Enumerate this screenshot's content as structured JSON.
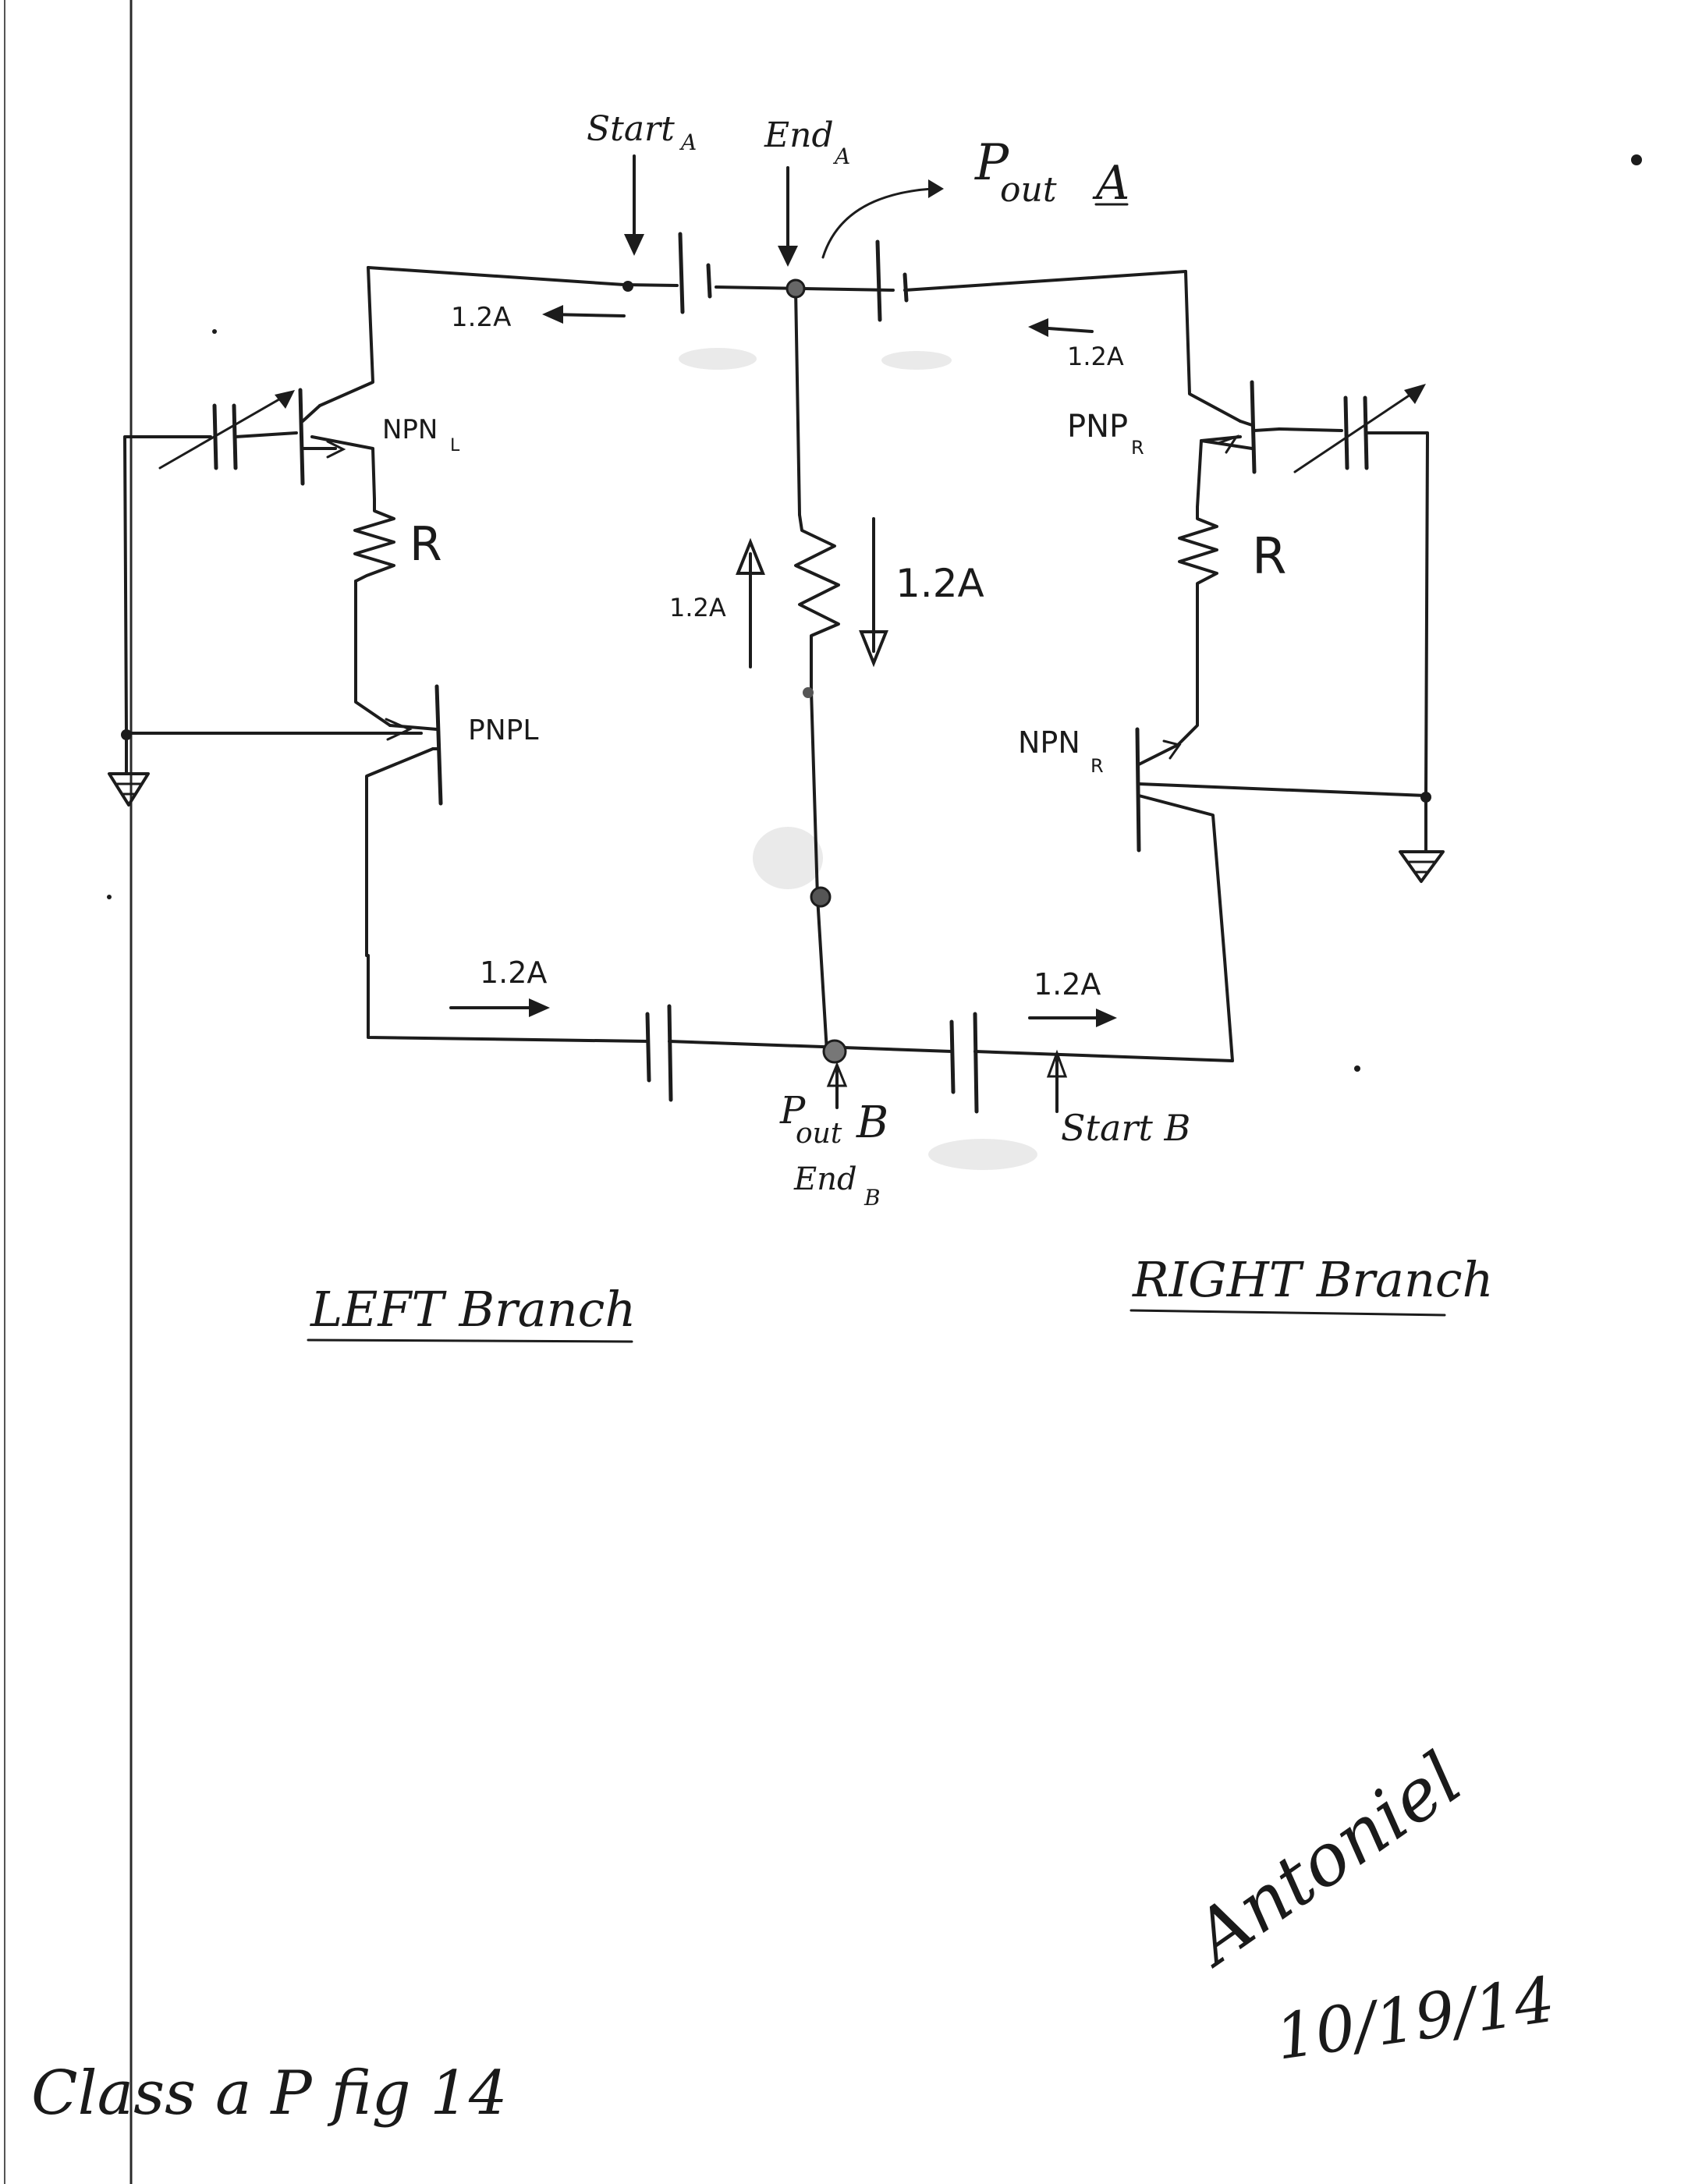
{
  "labels": {
    "start_a": "Start",
    "start_a_sub": "A",
    "end_a": "End",
    "end_a_sub": "A",
    "pout_a_p": "P",
    "pout_a_sub": "out",
    "pout_a_letter": "A",
    "current_top_left": "1.2A",
    "current_top_right": "1.2A",
    "current_center_up": "1.2A",
    "current_center_down": "1.2A",
    "current_bottom_left": "1.2A",
    "current_bottom_right": "1.2A",
    "npn_l": "NPN",
    "npn_l_sub": "L",
    "pnp_l": "PNPL",
    "pnp_r": "PNP",
    "pnp_r_sub": "R",
    "npn_r": "NPN",
    "npn_r_sub": "R",
    "resistor_left": "R",
    "resistor_right": "R",
    "pout_b_p": "P",
    "pout_b_sub": "out",
    "pout_b_letter": "B",
    "end_b": "End",
    "end_b_sub": "B",
    "start_b": "Start B",
    "left_branch": "LEFT Branch",
    "right_branch": "RIGHT Branch",
    "signature": "Antoniel",
    "date": "10/19/14",
    "caption": "Class a P fig 14"
  },
  "colors": {
    "ink": "#1c1c1c",
    "paper": "#ffffff",
    "margin_line": "#2a2a2a"
  }
}
